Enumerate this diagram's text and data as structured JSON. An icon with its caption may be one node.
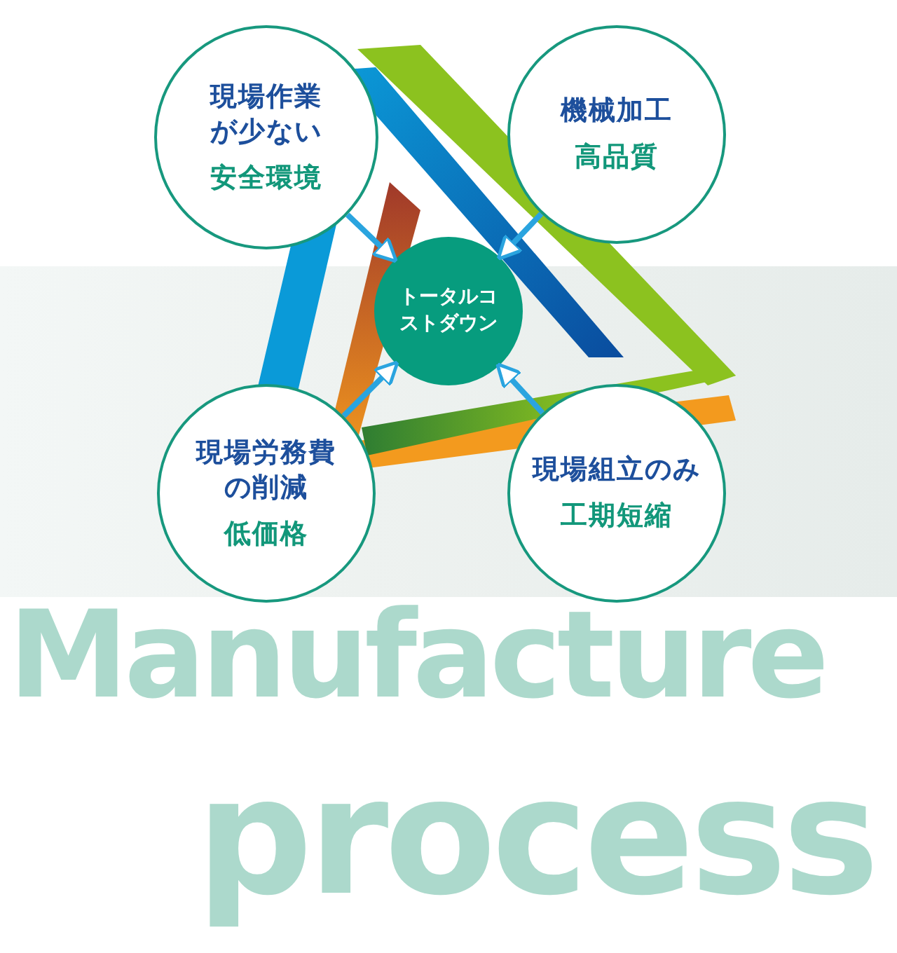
{
  "diagram": {
    "nodes": [
      {
        "text": [
          "現場作業が少ない",
          "安全環境"
        ]
      },
      {
        "text": [
          "機械加工",
          "高品質"
        ]
      },
      {
        "text": [
          "トータルコストダウン"
        ]
      },
      {
        "text": [
          "現場労務費の削減",
          "低価格"
        ]
      },
      {
        "text": [
          "現場組立のみ",
          "工期短縮"
        ]
      }
    ],
    "edges": [
      {
        "from": 0,
        "to": 2,
        "arrow": "to"
      },
      {
        "from": 1,
        "to": 2,
        "arrow": "to"
      },
      {
        "from": 3,
        "to": 2,
        "arrow": "to"
      },
      {
        "from": 4,
        "to": 2,
        "arrow": "to"
      }
    ],
    "labels": [
      "Manufacture",
      "process"
    ]
  }
}
